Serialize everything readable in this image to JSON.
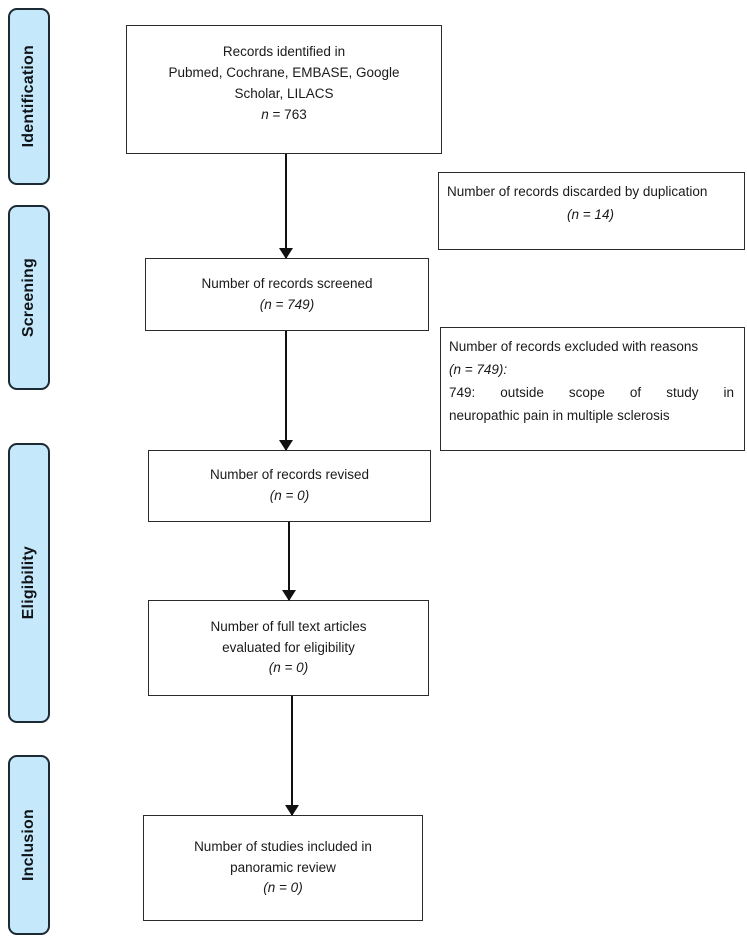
{
  "figure": {
    "type": "prisma-flow-diagram",
    "accent_color": "#c5e8fb",
    "border_color": "#2b2b2b"
  },
  "stages": [
    {
      "id": "identification",
      "label": "Identification"
    },
    {
      "id": "screening",
      "label": "Screening"
    },
    {
      "id": "eligibility",
      "label": "Eligibility"
    },
    {
      "id": "inclusion",
      "label": "Inclusion"
    }
  ],
  "flow": {
    "identified": {
      "line1": "Records identified in",
      "line2": "Pubmed, Cochrane, EMBASE, Google",
      "line3": "Scholar, LILACS",
      "count_prefix": "n",
      "count_eq": "= 763"
    },
    "screened": {
      "line1": "Number of records screened",
      "count": "(n = 749)"
    },
    "revised": {
      "line1": "Number of records revised",
      "count": "(n = 0)"
    },
    "fulltext": {
      "line1": "Number of full text articles",
      "line2": "evaluated for eligibility",
      "count": "(n = 0)"
    },
    "included": {
      "line1": "Number of studies included in",
      "line2": "panoramic review",
      "count": "(n = 0)"
    }
  },
  "side_notes": {
    "duplicates": {
      "line1": "Number of records discarded by duplication",
      "count": "(n = 14)"
    },
    "excluded": {
      "line1": "Number of records excluded with reasons",
      "line2": "(n = 749):",
      "line3": "749: outside scope of study in",
      "line4": "neuropathic pain in multiple sclerosis"
    }
  },
  "connectors": [
    {
      "id": "arrow-identified-to-screened",
      "label": "arrow"
    },
    {
      "id": "arrow-screened-to-revised",
      "label": "arrow"
    },
    {
      "id": "arrow-revised-to-fulltext",
      "label": "arrow"
    },
    {
      "id": "arrow-fulltext-to-included",
      "label": "arrow"
    }
  ]
}
